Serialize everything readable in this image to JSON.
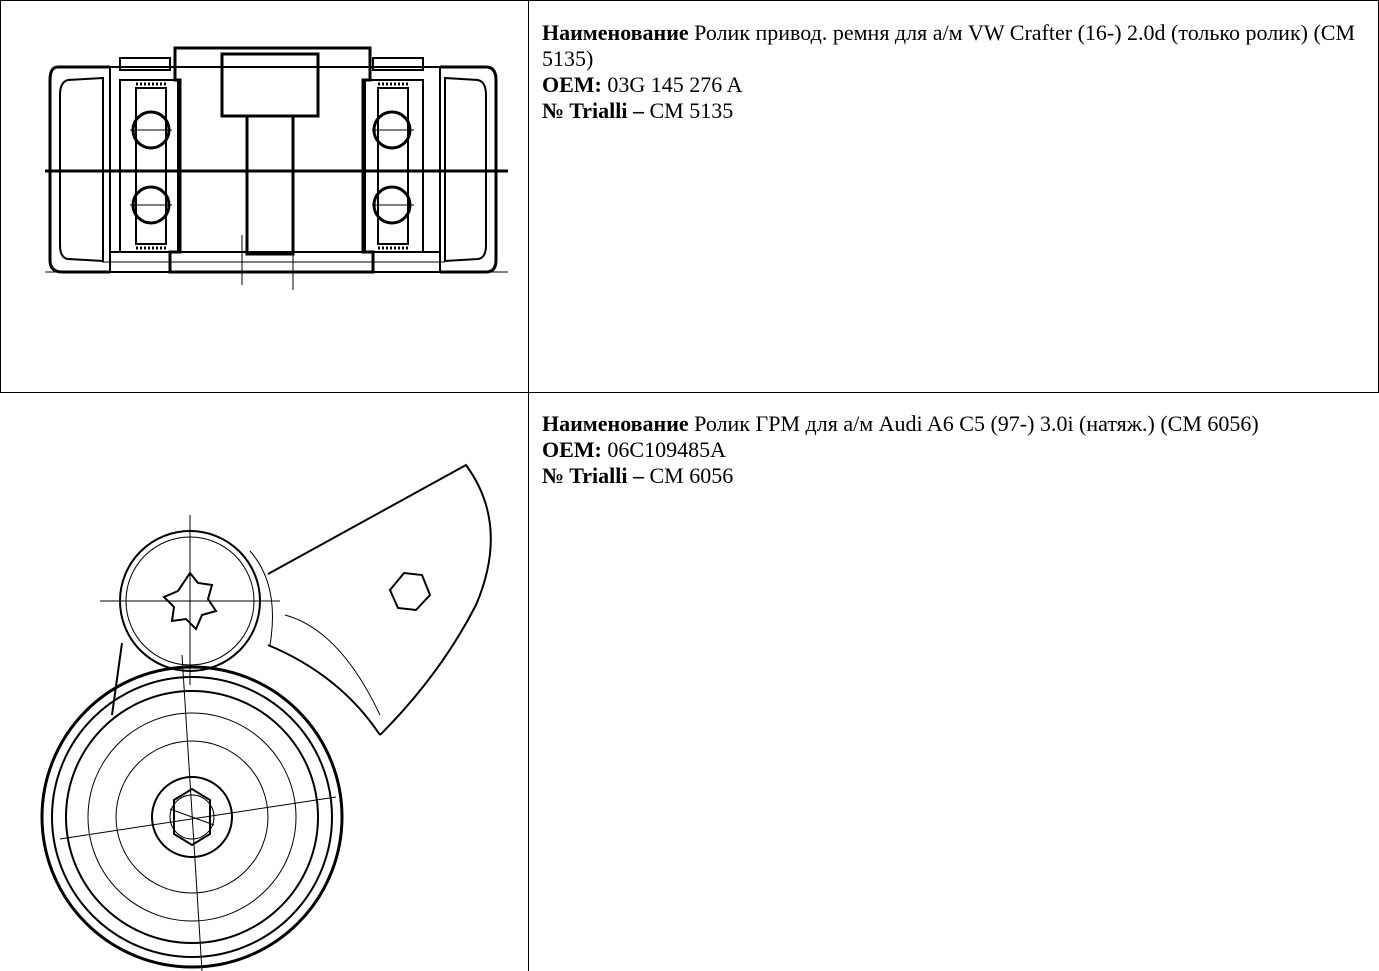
{
  "products": [
    {
      "name_label": "Наименование",
      "name_value": "Ролик привод. ремня для а/м VW Crafter (16-) 2.0d (только ролик) (CM 5135)",
      "oem_label": "OEM:",
      "oem_value": "03G 145 276 A",
      "trialli_label": "№ Trialli –",
      "trialli_value": "CM 5135"
    },
    {
      "name_label": "Наименование",
      "name_value": "Ролик ГРМ для а/м Audi A6 C5 (97-) 3.0i (натяж.) (CM 6056)",
      "oem_label": "OEM:",
      "oem_value": "06C109485A",
      "trialli_label": "№ Trialli –",
      "trialli_value": "CM 6056"
    }
  ]
}
